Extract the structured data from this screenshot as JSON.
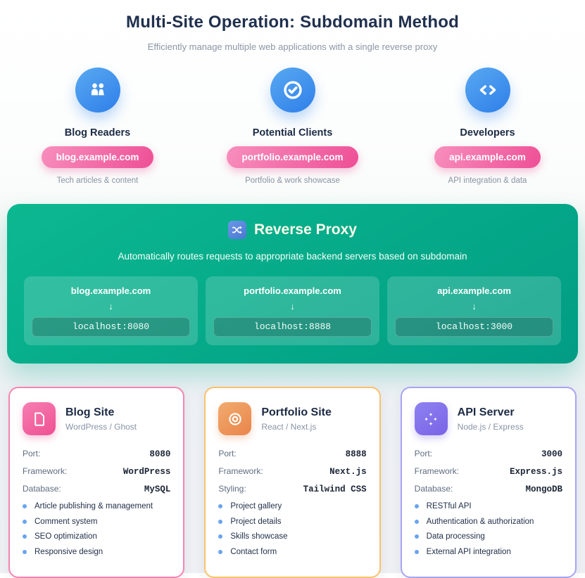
{
  "header": {
    "title": "Multi-Site Operation: Subdomain Method",
    "subtitle": "Efficiently manage multiple web applications with a single reverse proxy"
  },
  "audiences": [
    {
      "icon": "users-icon",
      "name": "Blog Readers",
      "domain": "blog.example.com",
      "caption": "Tech articles & content"
    },
    {
      "icon": "check-circle-icon",
      "name": "Potential Clients",
      "domain": "portfolio.example.com",
      "caption": "Portfolio & work showcase"
    },
    {
      "icon": "code-icon",
      "name": "Developers",
      "domain": "api.example.com",
      "caption": "API integration & data"
    }
  ],
  "proxy": {
    "icon": "shuffle-icon",
    "title": "Reverse Proxy",
    "description": "Automatically routes requests to appropriate backend servers based on subdomain",
    "routes": [
      {
        "domain": "blog.example.com",
        "arrow": "↓",
        "target": "localhost:8080"
      },
      {
        "domain": "portfolio.example.com",
        "arrow": "↓",
        "target": "localhost:8888"
      },
      {
        "domain": "api.example.com",
        "arrow": "↓",
        "target": "localhost:3000"
      }
    ]
  },
  "servers": [
    {
      "icon": "document-icon",
      "title": "Blog Site",
      "subtitle": "WordPress / Ghost",
      "specs": [
        {
          "label": "Port:",
          "value": "8080"
        },
        {
          "label": "Framework:",
          "value": "WordPress"
        },
        {
          "label": "Database:",
          "value": "MySQL"
        }
      ],
      "features": [
        "Article publishing & management",
        "Comment system",
        "SEO optimization",
        "Responsive design"
      ]
    },
    {
      "icon": "target-icon",
      "title": "Portfolio Site",
      "subtitle": "React / Next.js",
      "specs": [
        {
          "label": "Port:",
          "value": "8888"
        },
        {
          "label": "Framework:",
          "value": "Next.js"
        },
        {
          "label": "Styling:",
          "value": "Tailwind CSS"
        }
      ],
      "features": [
        "Project gallery",
        "Project details",
        "Skills showcase",
        "Contact form"
      ]
    },
    {
      "icon": "sparkles-icon",
      "title": "API Server",
      "subtitle": "Node.js / Express",
      "specs": [
        {
          "label": "Port:",
          "value": "3000"
        },
        {
          "label": "Framework:",
          "value": "Express.js"
        },
        {
          "label": "Database:",
          "value": "MongoDB"
        }
      ],
      "features": [
        "RESTful API",
        "Authentication & authorization",
        "Data processing",
        "External API integration"
      ]
    }
  ],
  "colors": {
    "title_navy": "#20304e",
    "audience_blue": "#2e7fe9",
    "domain_pill_pink": "#ee4f96",
    "proxy_green": "#05a989",
    "blog_card_border": "#f585b1",
    "portfolio_card_border": "#fbc26b",
    "api_card_border": "#a9a4f2",
    "bullet_blue": "#6aa4f0"
  }
}
